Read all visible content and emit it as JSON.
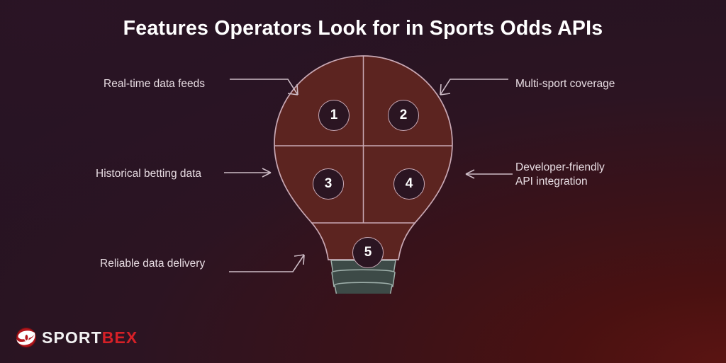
{
  "page": {
    "title": "Features Operators Look for in Sports Odds APIs",
    "background_start": "#2a1424",
    "background_end": "#4a1111"
  },
  "diagram": {
    "name": "lightbulb-five-segment",
    "bulb_fill": "#5c2420",
    "bulb_stroke": "#c9a8b4",
    "base_fill": "#3d4a47",
    "base_stroke": "#a9b8b3",
    "circle_fill": "#2b1522",
    "circle_stroke": "#c8a9b6",
    "numbers": [
      "1",
      "2",
      "3",
      "4",
      "5"
    ]
  },
  "features": [
    {
      "number": "1",
      "label": "Real-time data feeds",
      "side": "left",
      "arrow": "arrow-down-right-icon"
    },
    {
      "number": "2",
      "label": "Multi-sport coverage",
      "side": "right",
      "arrow": "arrow-down-left-icon"
    },
    {
      "number": "3",
      "label": "Historical betting data",
      "side": "left",
      "arrow": "arrow-right-icon"
    },
    {
      "number": "4",
      "label": "Developer-friendly\nAPI integration",
      "side": "right",
      "arrow": "arrow-left-icon"
    },
    {
      "number": "5",
      "label": "Reliable data delivery",
      "side": "left",
      "arrow": "arrow-up-right-icon"
    }
  ],
  "logo": {
    "icon": "sportbex-swoosh-icon",
    "text_primary": "SPORT",
    "text_accent": "BEX",
    "accent_color": "#d62027"
  }
}
